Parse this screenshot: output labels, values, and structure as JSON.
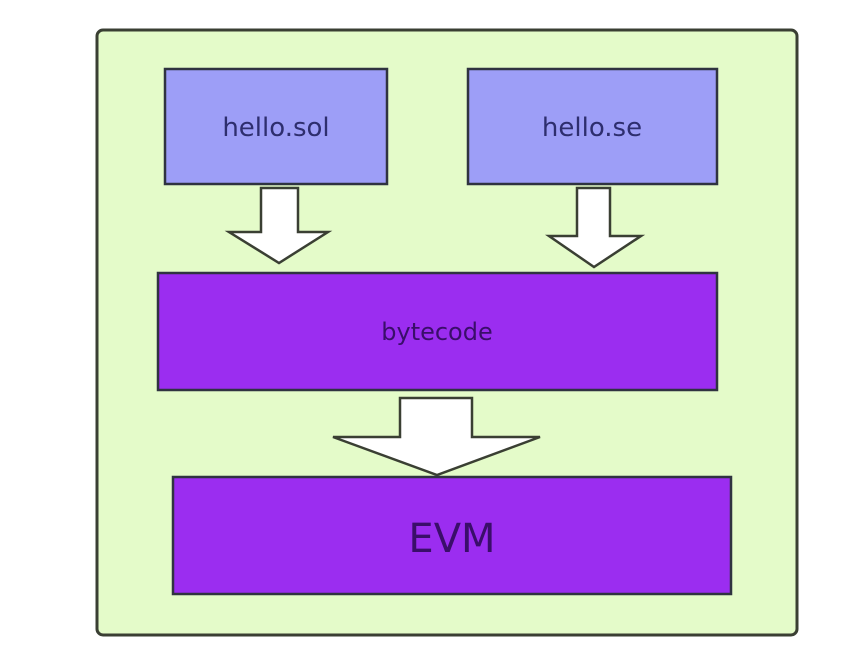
{
  "nodes": {
    "source_sol": "hello.sol",
    "source_se": "hello.se",
    "bytecode": "bytecode",
    "evm": "EVM"
  },
  "colors": {
    "background_panel": "#e4fbc9",
    "source_box": "#9d9ef7",
    "purple_box": "#9b2df0",
    "source_text": "#2e2e6e",
    "purple_text": "#3a0e6a",
    "arrow_fill": "#ffffff",
    "border": "#3a3f33"
  },
  "edges": [
    {
      "from": "hello.sol",
      "to": "bytecode"
    },
    {
      "from": "hello.se",
      "to": "bytecode"
    },
    {
      "from": "bytecode",
      "to": "EVM"
    }
  ]
}
